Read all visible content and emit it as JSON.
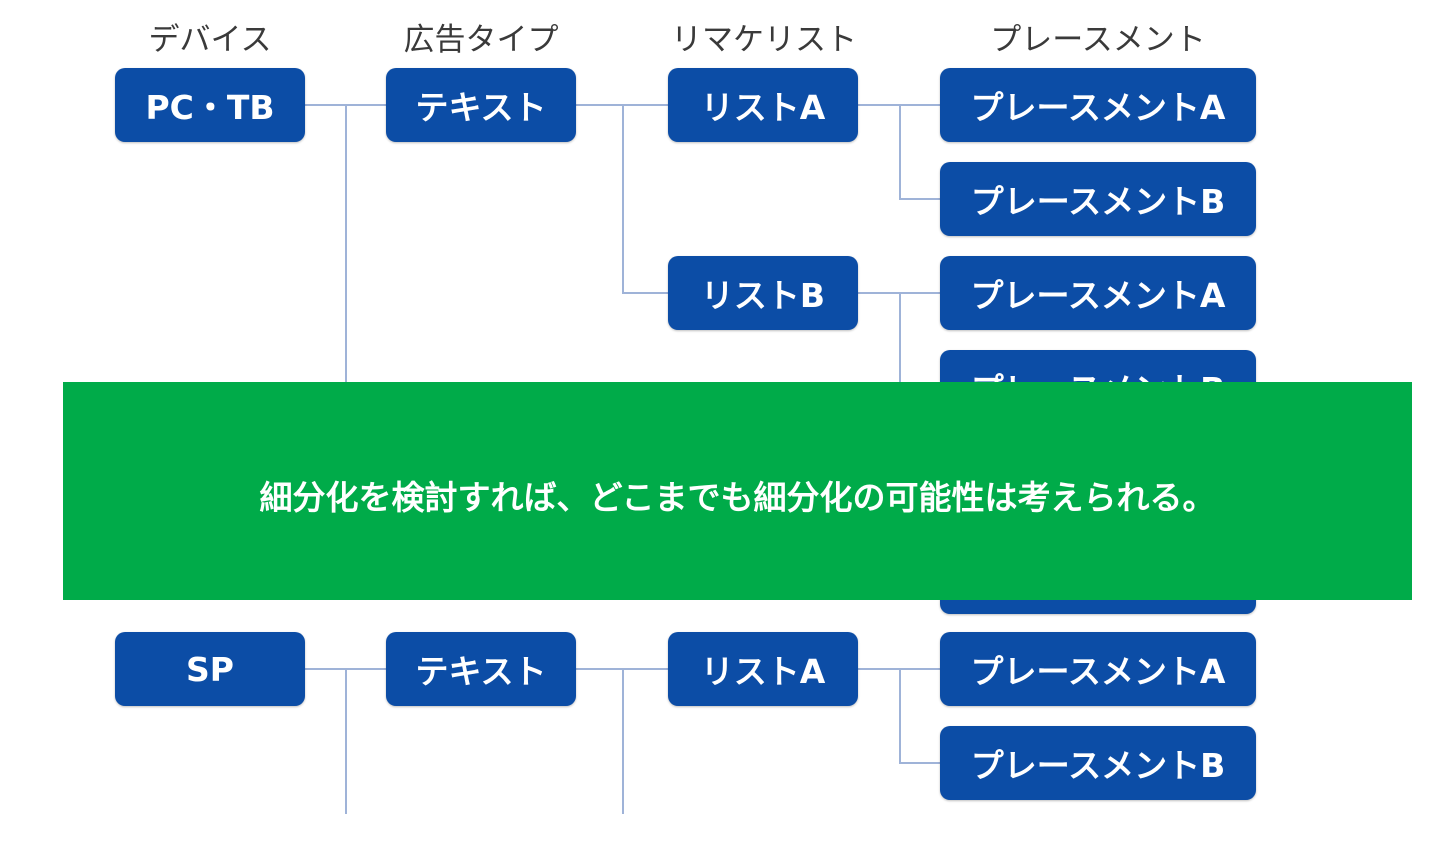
{
  "headers": {
    "device": "デバイス",
    "ad_type": "広告タイプ",
    "remarketing_list": "リマケリスト",
    "placement": "プレースメント"
  },
  "group_pc": {
    "device": "PC・TB",
    "ad_type": "テキスト",
    "list_a": "リストA",
    "list_a_placement_a": "プレースメントA",
    "list_a_placement_b": "プレースメントB",
    "list_b": "リストB",
    "list_b_placement_a": "プレースメントA",
    "list_b_placement_b": "プレースメントB"
  },
  "group_sp": {
    "device": "SP",
    "ad_type": "テキスト",
    "list_a": "リストA",
    "list_a_placement_a": "プレースメントA",
    "list_a_placement_b": "プレースメントB"
  },
  "banner": {
    "text": "細分化を検討すれば、どこまでも細分化の可能性は考えられる。"
  },
  "colors": {
    "node_fill": "#0c4da6",
    "connector": "#9fb3d8",
    "banner_fill": "#00ab49",
    "header_text": "#3a3a3a"
  }
}
